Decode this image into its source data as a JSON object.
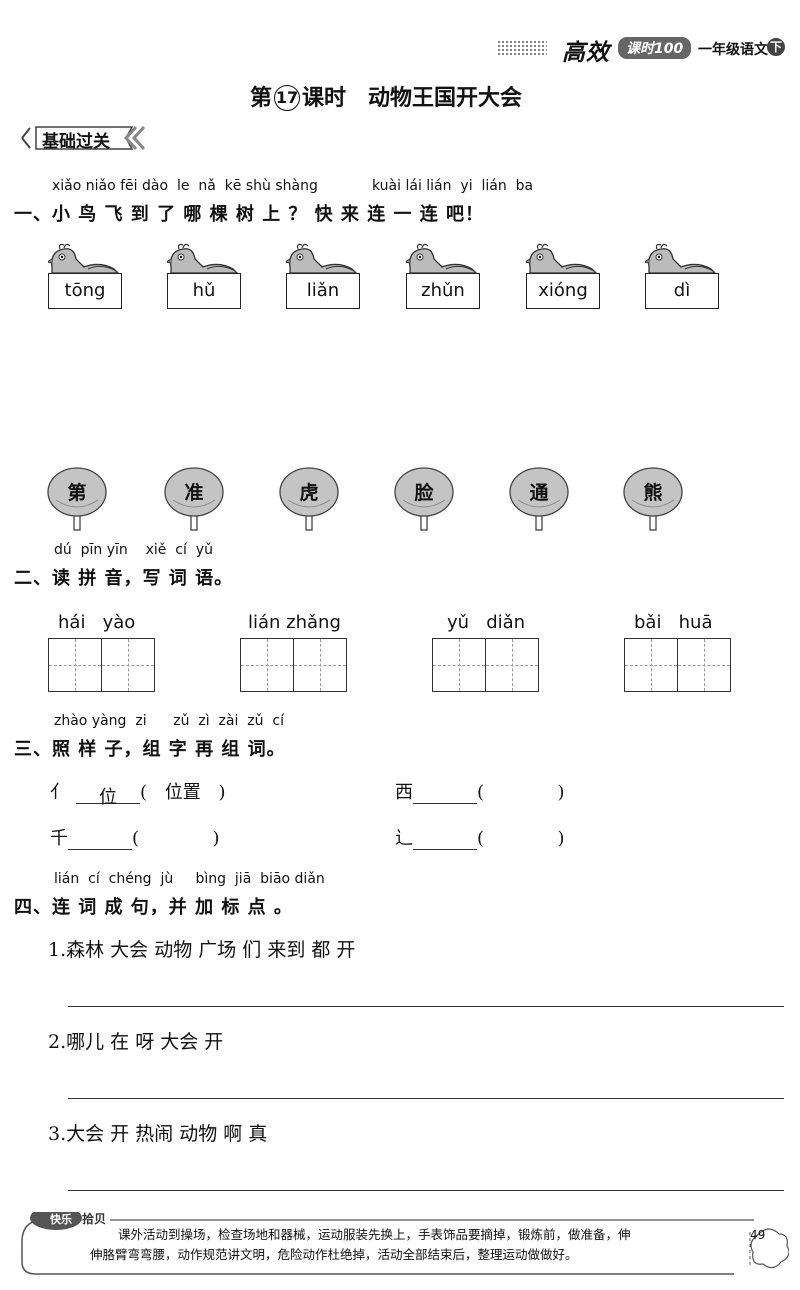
{
  "header": {
    "series": "高效",
    "badge": "课时100",
    "grade": "一年级语文",
    "volume": "下"
  },
  "lesson": {
    "prefix": "第",
    "number": "17",
    "suffix": "课时",
    "title": "动物王国开大会"
  },
  "section_tag": "基础过关",
  "q1": {
    "pinyin_a": "xiǎo niǎo fēi dào  le  nǎ  kē shù shàng",
    "pinyin_b": "kuài lái lián  yi  lián  ba",
    "title": "一、小 鸟 飞 到 了 哪 棵 树 上 ？ 快 来 连 一 连 吧！",
    "birds": [
      "tōng",
      "hǔ",
      "liǎn",
      "zhǔn",
      "xióng",
      "dì"
    ],
    "trees": [
      "第",
      "准",
      "虎",
      "脸",
      "通",
      "熊"
    ]
  },
  "q2": {
    "pinyin": "dú  pīn yīn    xiě  cí  yǔ",
    "title": "二、读 拼 音，写 词 语。",
    "items": [
      "hái   yào",
      "lián zhǎng",
      "yǔ   diǎn",
      "bǎi   huā"
    ]
  },
  "q3": {
    "pinyin": "zhào yàng  zi      zǔ  zì  zài  zǔ  cí",
    "title": "三、照  样  子，组 字 再 组 词。",
    "rows": [
      {
        "radical": "亻",
        "answer": "位",
        "word": "位置"
      },
      {
        "radical": "西",
        "answer": "",
        "word": ""
      },
      {
        "radical": "千",
        "answer": "",
        "word": ""
      },
      {
        "radical": "辶",
        "answer": "",
        "word": ""
      }
    ]
  },
  "q4": {
    "pinyin": "lián  cí  chéng  jù     bìng  jiā  biāo diǎn",
    "title": "四、连 词  成  句，并  加  标  点 。",
    "sentences": [
      "1.森林   大会   动物   广场   们   来到   都   开",
      "2.哪儿   在   呀   大会   开",
      "3.大会   开   热闹   动物   啊   真"
    ]
  },
  "footer": {
    "label_a": "快乐",
    "label_b": "拾贝",
    "line1": "课外活动到操场，检查场地和器械，运动服装先换上，手表饰品要摘掉，锻炼前，做准备，伸",
    "line2": "伸胳臂弯弯腰，动作规范讲文明，危险动作杜绝掉，活动全部结束后，整理运动做做好。",
    "page": "49"
  }
}
